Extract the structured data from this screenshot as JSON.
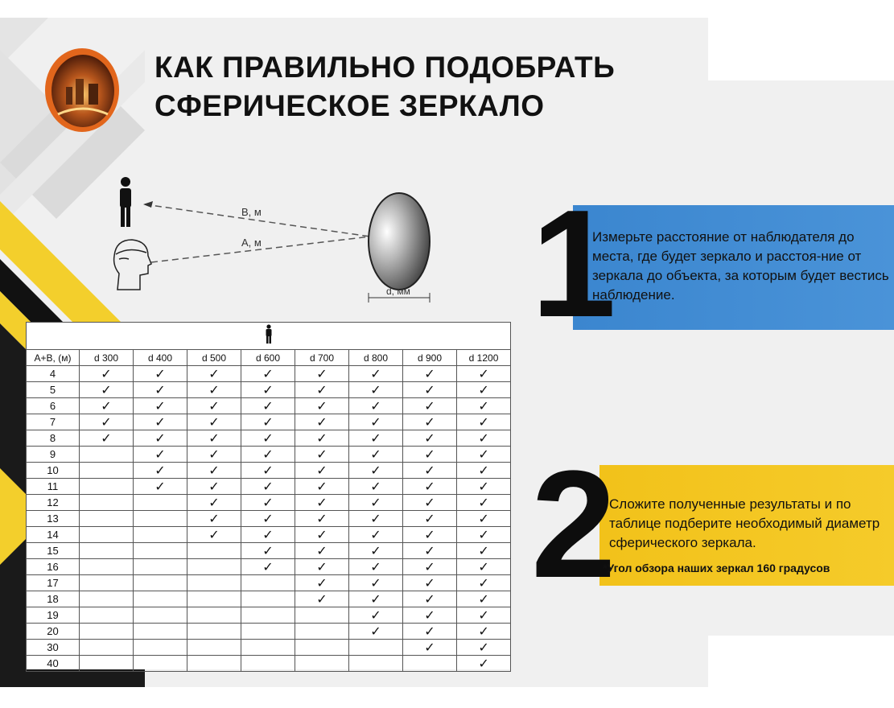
{
  "title": {
    "line1": "КАК ПРАВИЛЬНО ПОДОБРАТЬ",
    "line2": "СФЕРИЧЕСКОЕ ЗЕРКАЛО"
  },
  "diagram": {
    "label_b": "B, м",
    "label_a": "A, м",
    "label_d": "d, мм"
  },
  "table": {
    "corner": "A+B, (м)",
    "columns": [
      "d 300",
      "d 400",
      "d 500",
      "d 600",
      "d 700",
      "d 800",
      "d 900",
      "d 1200"
    ],
    "check_mark": "✓",
    "rows": [
      {
        "label": "4",
        "checks": [
          1,
          1,
          1,
          1,
          1,
          1,
          1,
          1
        ]
      },
      {
        "label": "5",
        "checks": [
          1,
          1,
          1,
          1,
          1,
          1,
          1,
          1
        ]
      },
      {
        "label": "6",
        "checks": [
          1,
          1,
          1,
          1,
          1,
          1,
          1,
          1
        ]
      },
      {
        "label": "7",
        "checks": [
          1,
          1,
          1,
          1,
          1,
          1,
          1,
          1
        ]
      },
      {
        "label": "8",
        "checks": [
          1,
          1,
          1,
          1,
          1,
          1,
          1,
          1
        ]
      },
      {
        "label": "9",
        "checks": [
          0,
          1,
          1,
          1,
          1,
          1,
          1,
          1
        ]
      },
      {
        "label": "10",
        "checks": [
          0,
          1,
          1,
          1,
          1,
          1,
          1,
          1
        ]
      },
      {
        "label": "11",
        "checks": [
          0,
          1,
          1,
          1,
          1,
          1,
          1,
          1
        ]
      },
      {
        "label": "12",
        "checks": [
          0,
          0,
          1,
          1,
          1,
          1,
          1,
          1
        ]
      },
      {
        "label": "13",
        "checks": [
          0,
          0,
          1,
          1,
          1,
          1,
          1,
          1
        ]
      },
      {
        "label": "14",
        "checks": [
          0,
          0,
          1,
          1,
          1,
          1,
          1,
          1
        ]
      },
      {
        "label": "15",
        "checks": [
          0,
          0,
          0,
          1,
          1,
          1,
          1,
          1
        ]
      },
      {
        "label": "16",
        "checks": [
          0,
          0,
          0,
          1,
          1,
          1,
          1,
          1
        ]
      },
      {
        "label": "17",
        "checks": [
          0,
          0,
          0,
          0,
          1,
          1,
          1,
          1
        ]
      },
      {
        "label": "18",
        "checks": [
          0,
          0,
          0,
          0,
          1,
          1,
          1,
          1
        ]
      },
      {
        "label": "19",
        "checks": [
          0,
          0,
          0,
          0,
          0,
          1,
          1,
          1
        ]
      },
      {
        "label": "20",
        "checks": [
          0,
          0,
          0,
          0,
          0,
          1,
          1,
          1
        ]
      },
      {
        "label": "30",
        "checks": [
          0,
          0,
          0,
          0,
          0,
          0,
          1,
          1
        ]
      },
      {
        "label": "40",
        "checks": [
          0,
          0,
          0,
          0,
          0,
          0,
          0,
          1
        ]
      }
    ]
  },
  "step1": {
    "number": "1",
    "text": "Измерьте расстояние от наблюдателя до места, где будет зеркало и расстоя-ние от зеркала до объекта, за которым будет вестись наблюдение."
  },
  "step2": {
    "number": "2",
    "text": "Сложите полученные результаты и по таблице подберите необходимый диаметр сферического зеркала.",
    "note": "*Угол обзора наших зеркал 160 градусов"
  },
  "colors": {
    "blue": "#3b86cf",
    "yellow": "#f2c21a",
    "dark": "#111111",
    "accent_orange": "#e2661c"
  }
}
